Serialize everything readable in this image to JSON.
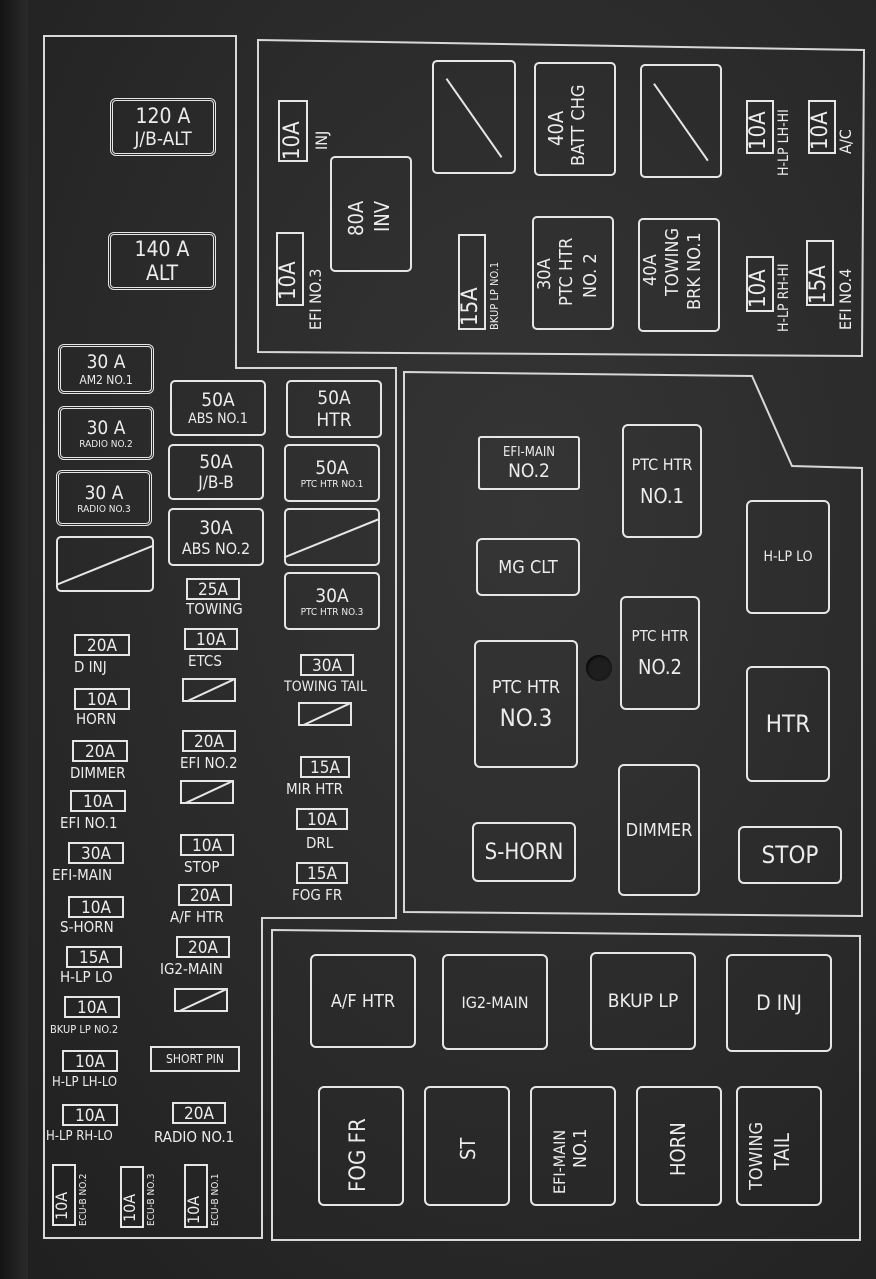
{
  "upper_block": {
    "jb_alt": {
      "amp": "120 A",
      "name": "J/B-ALT"
    },
    "alt": {
      "amp": "140 A",
      "name": "ALT"
    },
    "inj": {
      "amp": "10A",
      "name": "INJ"
    },
    "inv": {
      "amp": "80A",
      "name": "INV"
    },
    "efi_no3": {
      "amp": "10A",
      "name": "EFI NO.3"
    },
    "batt_chg": {
      "amp": "40A",
      "name": "BATT CHG"
    },
    "bkup_lp_no1": {
      "amp": "15A",
      "name": "BKUP LP NO.1"
    },
    "ptc_htr_no2_small": {
      "amp": "30A",
      "name1": "PTC HTR",
      "name2": "NO. 2"
    },
    "towing_brk": {
      "amp": "40A",
      "name1": "TOWING",
      "name2": "BRK NO.1"
    },
    "hlp_lh_hi": {
      "amp": "10A",
      "name": "H-LP LH-HI"
    },
    "ac": {
      "amp": "10A",
      "name": "A/C"
    },
    "hlp_rh_hi": {
      "amp": "10A",
      "name": "H-LP RH-HI"
    },
    "efi_no4": {
      "amp": "15A",
      "name": "EFI NO.4"
    }
  },
  "left_col1": [
    {
      "amp": "30 A",
      "name": "AM2 NO.1"
    },
    {
      "amp": "30 A",
      "name": "RADIO NO.2"
    },
    {
      "amp": "30 A",
      "name": "RADIO NO.3"
    }
  ],
  "left_col2": [
    {
      "amp": "50A",
      "name": "ABS NO.1"
    },
    {
      "amp": "50A",
      "name": "J/B-B"
    },
    {
      "amp": "30A",
      "name": "ABS NO.2"
    }
  ],
  "left_col3": [
    {
      "amp": "50A",
      "name": "HTR"
    },
    {
      "amp": "50A",
      "name": "PTC HTR NO.1"
    },
    {
      "amp": "30A",
      "name": "PTC HTR NO.3"
    }
  ],
  "mini_col1": [
    {
      "amp": "20A",
      "name": "D INJ"
    },
    {
      "amp": "10A",
      "name": "HORN"
    },
    {
      "amp": "20A",
      "name": "DIMMER"
    },
    {
      "amp": "10A",
      "name": "EFI NO.1"
    },
    {
      "amp": "30A",
      "name": "EFI-MAIN"
    },
    {
      "amp": "10A",
      "name": "S-HORN"
    },
    {
      "amp": "15A",
      "name": "H-LP LO"
    },
    {
      "amp": "10A",
      "name": "BKUP LP NO.2"
    },
    {
      "amp": "10A",
      "name": "H-LP LH-LO"
    },
    {
      "amp": "10A",
      "name": "H-LP RH-LO"
    }
  ],
  "mini_col2": [
    {
      "amp": "25A",
      "name": "TOWING"
    },
    {
      "amp": "10A",
      "name": "ETCS"
    },
    {
      "amp": "20A",
      "name": "EFI NO.2"
    },
    {
      "amp": "10A",
      "name": "STOP"
    },
    {
      "amp": "20A",
      "name": "A/F HTR"
    },
    {
      "amp": "20A",
      "name": "IG2-MAIN"
    },
    {
      "amp": "SHORT PIN",
      "name": ""
    },
    {
      "amp": "20A",
      "name": "RADIO NO.1"
    }
  ],
  "mini_col3": [
    {
      "amp": "30A",
      "name": "TOWING TAIL"
    },
    {
      "amp": "15A",
      "name": "MIR HTR"
    },
    {
      "amp": "10A",
      "name": "DRL"
    },
    {
      "amp": "15A",
      "name": "FOG FR"
    }
  ],
  "ecu_b": [
    {
      "amp": "10A",
      "name": "ECU-B NO.2"
    },
    {
      "amp": "10A",
      "name": "ECU-B NO.3"
    },
    {
      "amp": "10A",
      "name": "ECU-B NO.1"
    }
  ],
  "relays_mid": {
    "efi_main_no2": {
      "line1": "EFI-MAIN",
      "line2": "NO.2"
    },
    "mg_clt": "MG CLT",
    "ptc_htr_no3": {
      "line1": "PTC HTR",
      "line2": "NO.3"
    },
    "s_horn": "S-HORN",
    "ptc_htr_no1": {
      "line1": "PTC HTR",
      "line2": "NO.1"
    },
    "ptc_htr_no2": {
      "line1": "PTC HTR",
      "line2": "NO.2"
    },
    "dimmer": "DIMMER",
    "hlp_lo": "H-LP LO",
    "htr": "HTR",
    "stop": "STOP"
  },
  "relays_bottom": {
    "af_htr": "A/F HTR",
    "ig2_main": "IG2-MAIN",
    "bkup_lp": "BKUP LP",
    "d_inj": "D INJ",
    "fog_fr": "FOG FR",
    "st": "ST",
    "efi_main_no1": {
      "line1": "EFI-MAIN",
      "line2": "NO.1"
    },
    "horn": "HORN",
    "towing_tail": {
      "line1": "TOWING",
      "line2": "TAIL"
    }
  }
}
